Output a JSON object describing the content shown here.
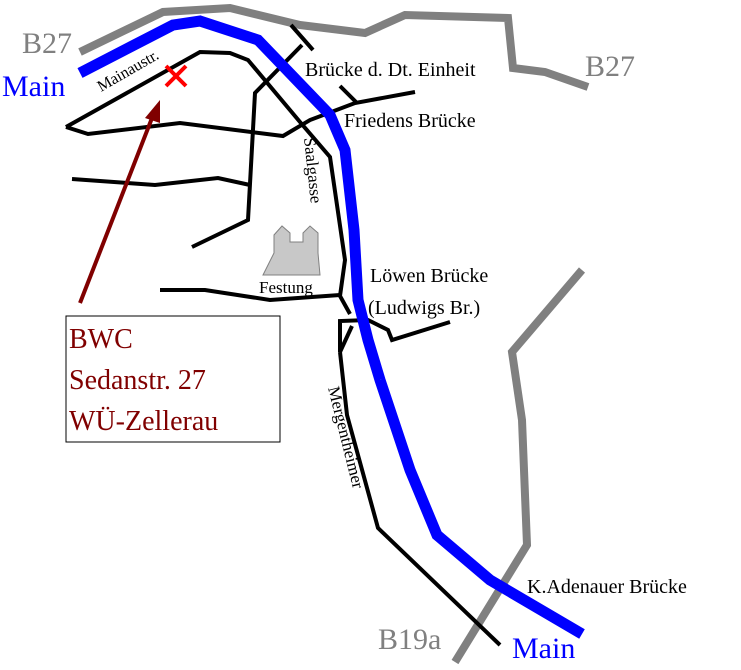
{
  "colors": {
    "river": "#0000ff",
    "highway": "#808080",
    "road": "#000000",
    "marker": "#ff0000",
    "label_box": "#800000",
    "fortress": "#c8c8c8"
  },
  "labels": {
    "b27_left": "B27",
    "b27_right": "B27",
    "main_top": "Main",
    "main_bottom": "Main",
    "mainaustr": "Mainaustr.",
    "bruecke_einheit": "Brücke d. Dt. Einheit",
    "friedens_bruecke": "Friedens Brücke",
    "saalgasse": "Saalgasse",
    "festung": "Festung",
    "loewen_bruecke": "Löwen Brücke",
    "ludwigs_br": "(Ludwigs Br.)",
    "mergentheimer": "Mergentheimer",
    "adenauer_bruecke": "K.Adenauer Brücke",
    "b19a": "B19a"
  },
  "destination": {
    "lines": [
      "BWC",
      "Sedanstr. 27",
      "WÜ-Zellerau"
    ],
    "marker_icon": "x-mark-icon"
  }
}
